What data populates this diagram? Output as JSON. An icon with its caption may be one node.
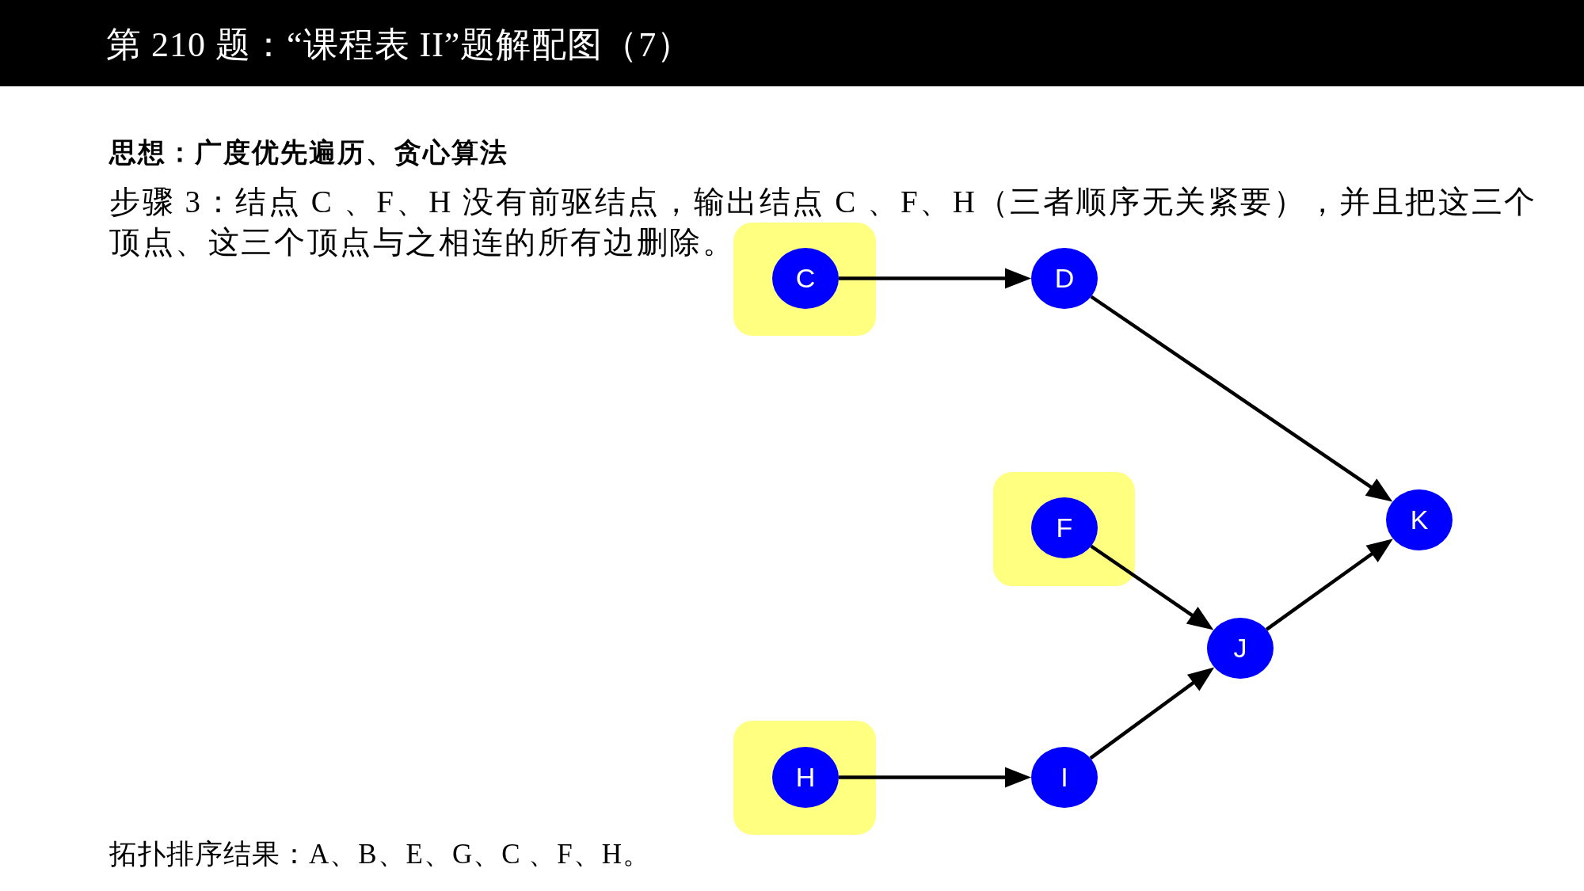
{
  "diagram": {
    "title": "第 210 题：“课程表 II”题解配图（7）",
    "nodes": [
      {
        "text": [],
        "shape": "box"
      },
      {
        "text": [
          "C"
        ],
        "in": 0
      },
      {
        "text": [
          "D"
        ]
      },
      {
        "text": [],
        "shape": "box"
      },
      {
        "text": [
          "F"
        ],
        "in": 3
      },
      {
        "text": [
          "K"
        ]
      },
      {
        "text": [
          "J"
        ]
      },
      {
        "text": [],
        "shape": "box"
      },
      {
        "text": [
          "H"
        ],
        "in": 7
      },
      {
        "text": [
          "I"
        ]
      }
    ],
    "edges": [
      {
        "from": 1,
        "to": 2,
        "arrow": "to"
      },
      {
        "from": 2,
        "to": 5,
        "arrow": "to"
      },
      {
        "from": 4,
        "to": 6,
        "arrow": "to"
      },
      {
        "from": 6,
        "to": 5,
        "arrow": "to"
      },
      {
        "from": 8,
        "to": 9,
        "arrow": "to"
      },
      {
        "from": 9,
        "to": 6,
        "arrow": "to"
      }
    ],
    "labels": [
      "思想：广度优先遍历、贪心算法",
      "步骤 3：结点 C 、F、H 没有前驱结点，输出结点 C 、F、H（三者顺序无关紧要），并且把这三个顶点、这三个顶点与之相连的所有边删除。",
      "拓扑排序结果：A、B、E、G、C 、F、H。"
    ]
  }
}
